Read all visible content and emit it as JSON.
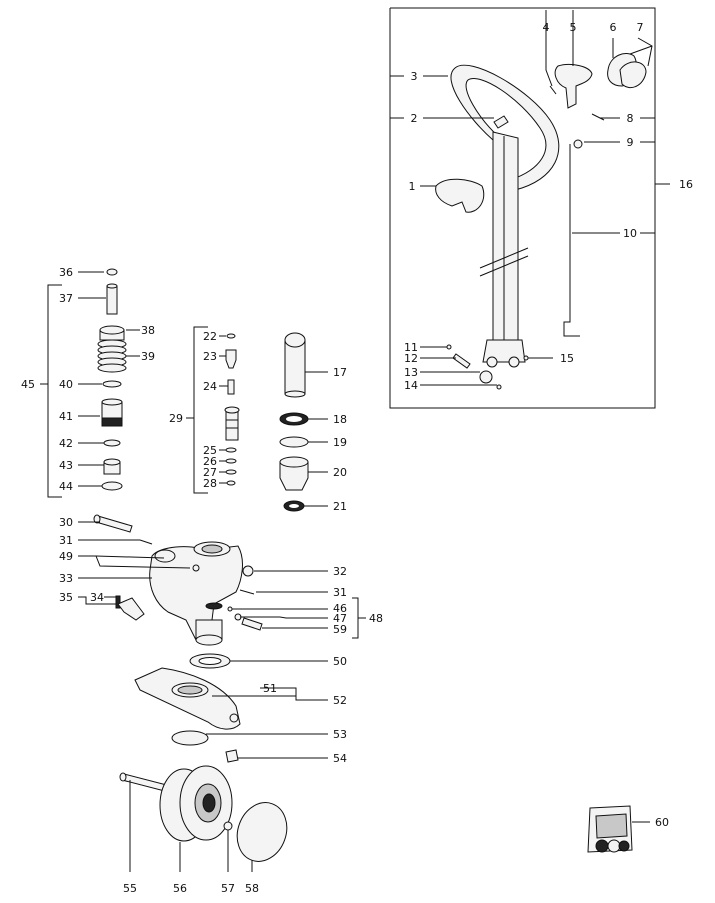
{
  "labels": {
    "n1": "1",
    "n2": "2",
    "n3": "3",
    "n4": "4",
    "n5": "5",
    "n6": "6",
    "n7": "7",
    "n8": "8",
    "n9": "9",
    "n10": "10",
    "n11": "11",
    "n12": "12",
    "n13": "13",
    "n14": "14",
    "n15": "15",
    "n16": "16",
    "n17": "17",
    "n18": "18",
    "n19": "19",
    "n20": "20",
    "n21": "21",
    "n22": "22",
    "n23": "23",
    "n24": "24",
    "n25": "25",
    "n26": "26",
    "n27": "27",
    "n28": "28",
    "n29": "29",
    "n30": "30",
    "n31a": "31",
    "n31b": "31",
    "n32": "32",
    "n33": "33",
    "n34": "34",
    "n35": "35",
    "n36": "36",
    "n37": "37",
    "n38": "38",
    "n39": "39",
    "n40": "40",
    "n41": "41",
    "n42": "42",
    "n43": "43",
    "n44": "44",
    "n45": "45",
    "n46": "46",
    "n47": "47",
    "n48": "48",
    "n49": "49",
    "n50": "50",
    "n51": "51",
    "n52": "52",
    "n53": "53",
    "n54": "54",
    "n55": "55",
    "n56": "56",
    "n57": "57",
    "n58": "58",
    "n59": "59",
    "n60": "60"
  },
  "colors": {
    "line": "#111111",
    "part_fill": "#f4f4f4",
    "dark": "#222222"
  }
}
